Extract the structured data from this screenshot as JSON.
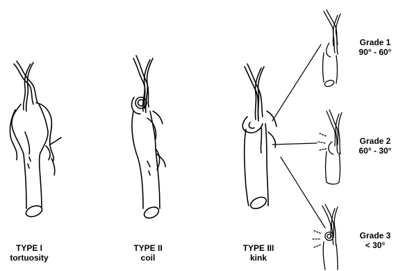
{
  "types": [
    {
      "id": "type1",
      "title": "TYPE I",
      "subtitle": "tortuosity"
    },
    {
      "id": "type2",
      "title": "TYPE II",
      "subtitle": "coil"
    },
    {
      "id": "type3",
      "title": "TYPE III",
      "subtitle": "kink"
    }
  ],
  "grades": [
    {
      "id": "grade1",
      "title": "Grade 1",
      "range": "90° - 60°"
    },
    {
      "id": "grade2",
      "title": "Grade 2",
      "range": "60° - 30°"
    },
    {
      "id": "grade3",
      "title": "Grade 3",
      "range": "< 30°"
    }
  ]
}
